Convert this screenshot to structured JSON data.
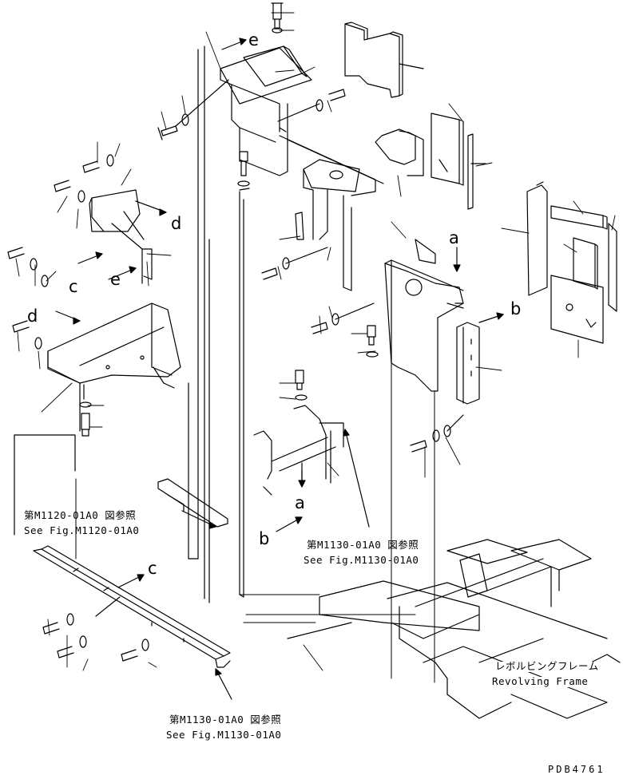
{
  "callout_letters": {
    "e_top": "e",
    "d_upper": "d",
    "c_mid": "c",
    "e_mid": "e",
    "d_left": "d",
    "a_right": "a",
    "b_right": "b",
    "a_lower": "a",
    "b_lower": "b",
    "c_lower": "c"
  },
  "references": {
    "m1120_jp": "第M1120-01A0 図参照",
    "m1120_en": "See Fig.M1120-01A0",
    "m1130_mid_jp": "第M1130-01A0 図参照",
    "m1130_mid_en": "See Fig.M1130-01A0",
    "m1130_bottom_jp": "第M1130-01A0 図参照",
    "m1130_bottom_en": "See Fig.M1130-01A0",
    "frame_jp": "レボルビングフレーム",
    "frame_en": "Revolving Frame"
  },
  "drawing_code": "PDB4761",
  "colors": {
    "ink": "#000000",
    "paper": "#ffffff"
  }
}
